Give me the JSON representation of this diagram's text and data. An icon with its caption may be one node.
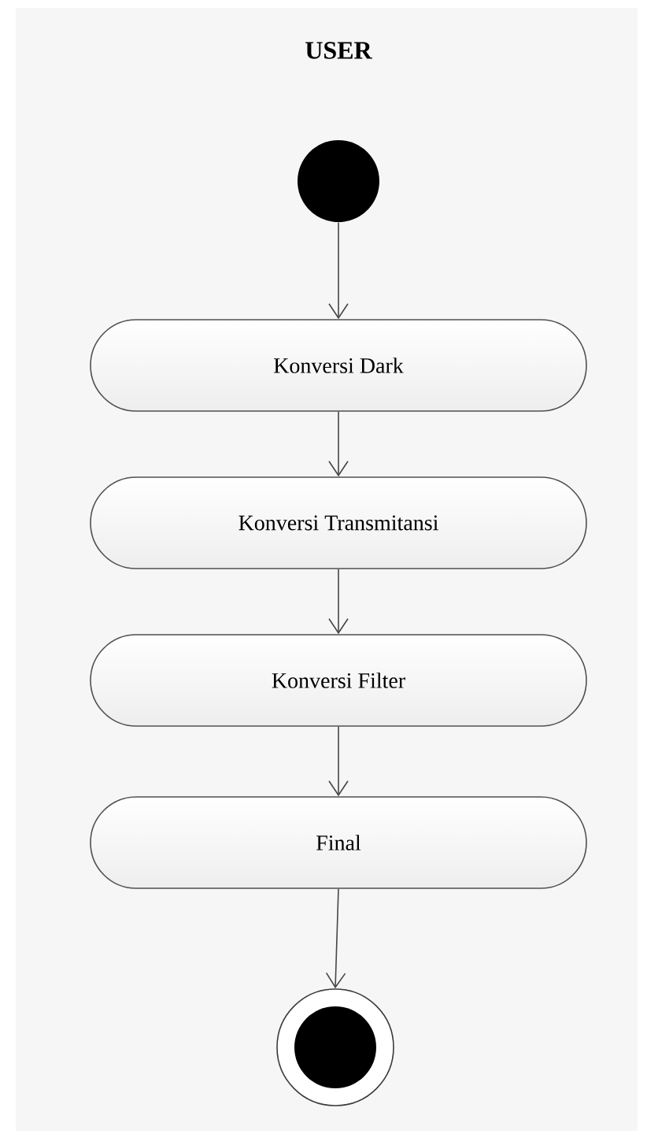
{
  "diagram": {
    "title": "USER",
    "nodes": [
      {
        "text": [],
        "shape": "circle"
      },
      {
        "text": [
          "Konversi Dark"
        ]
      },
      {
        "text": [
          "Konversi Transmitansi"
        ]
      },
      {
        "text": [
          "Konversi Filter"
        ]
      },
      {
        "text": [
          "Final"
        ]
      },
      {
        "text": [],
        "shape": "bullseye"
      }
    ],
    "edges": [
      {
        "from": 0,
        "to": 1,
        "arrow": "to"
      },
      {
        "from": 1,
        "to": 2,
        "arrow": "to"
      },
      {
        "from": 2,
        "to": 3,
        "arrow": "to"
      },
      {
        "from": 3,
        "to": 4,
        "arrow": "to"
      },
      {
        "from": 4,
        "to": 5,
        "arrow": "to"
      }
    ]
  }
}
